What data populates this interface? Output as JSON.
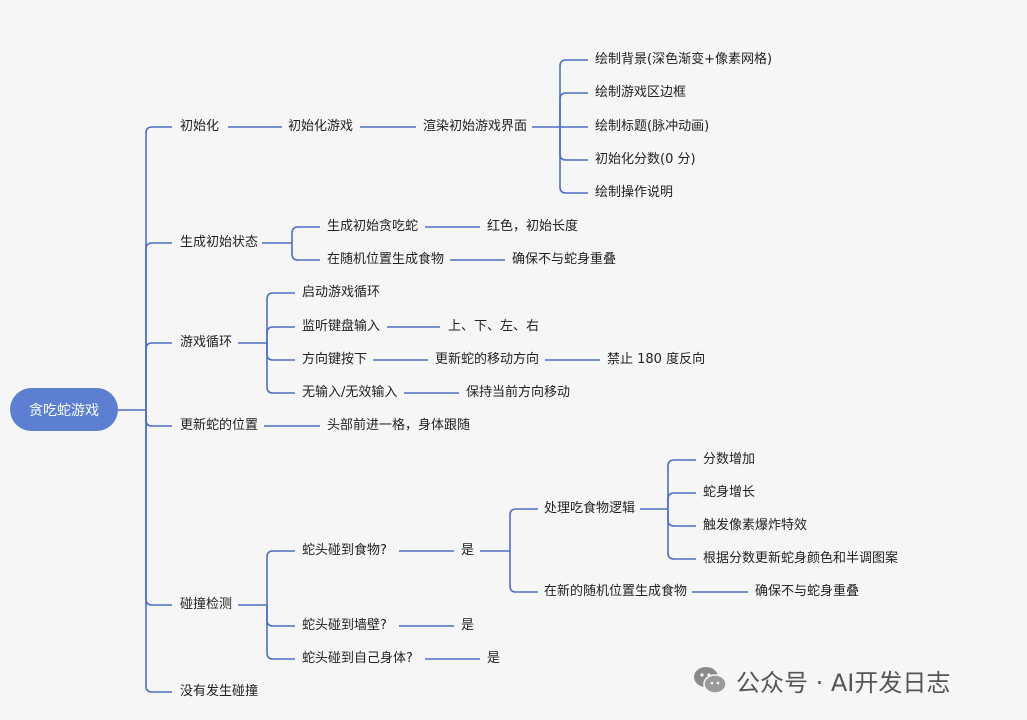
{
  "root": "贪吃蛇游戏",
  "nodes": {
    "init": "初始化",
    "init_game": "初始化游戏",
    "render_ui": "渲染初始游戏界面",
    "draw_bg": "绘制背景(深色渐变+像素网格)",
    "draw_border": "绘制游戏区边框",
    "draw_title": "绘制标题(脉冲动画)",
    "init_score": "初始化分数(0 分)",
    "draw_help": "绘制操作说明",
    "gen_state": "生成初始状态",
    "gen_snake": "生成初始贪吃蛇",
    "snake_attr": "红色，初始长度",
    "gen_food": "在随机位置生成食物",
    "food_check": "确保不与蛇身重叠",
    "game_loop": "游戏循环",
    "start_loop": "启动游戏循环",
    "listen_kb": "监听键盘输入",
    "dirs": "上、下、左、右",
    "dir_key": "方向键按下",
    "update_dir": "更新蛇的移动方向",
    "forbid_180": "禁止 180 度反向",
    "no_input": "无输入/无效输入",
    "keep_dir": "保持当前方向移动",
    "update_pos": "更新蛇的位置",
    "head_move": "头部前进一格，身体跟随",
    "collision": "碰撞检测",
    "hit_food": "蛇头碰到食物?",
    "yes1": "是",
    "eat_logic": "处理吃食物逻辑",
    "score_up": "分数增加",
    "body_grow": "蛇身增长",
    "pixel_fx": "触发像素爆炸特效",
    "recolor": "根据分数更新蛇身颜色和半调图案",
    "new_food": "在新的随机位置生成食物",
    "new_food_check": "确保不与蛇身重叠",
    "hit_wall": "蛇头碰到墙壁?",
    "yes2": "是",
    "hit_self": "蛇头碰到自己身体?",
    "yes3": "是",
    "no_collision": "没有发生碰撞"
  },
  "watermark": "公众号 · AI开发日志",
  "colors": {
    "line": "#4f6fc2",
    "root_bg": "#5b7fd1",
    "bg": "#f6f6f6"
  }
}
